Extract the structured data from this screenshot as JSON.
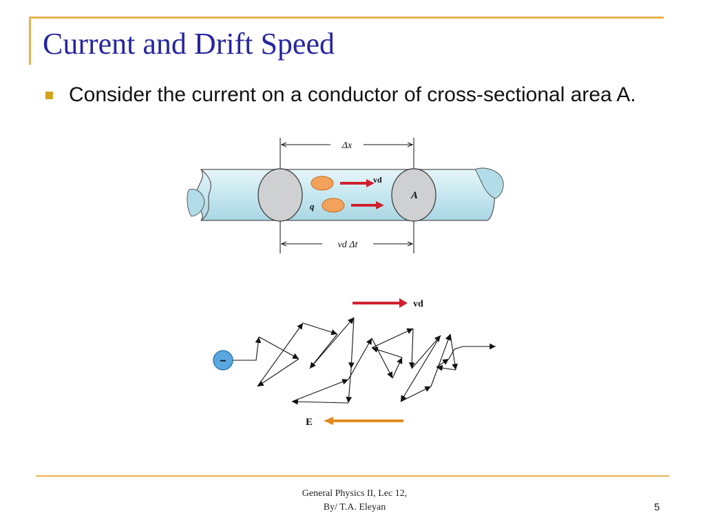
{
  "slide": {
    "title": "Current and Drift Speed",
    "bullet": "Consider the current on a conductor of cross-sectional area A.",
    "footer_line1": "General Physics II, Lec 12,",
    "footer_line2": "By/ T.A. Eleyan",
    "page_number": "5"
  },
  "figure1": {
    "top_dimension": "Δx",
    "bottom_dimension": "vd Δt",
    "velocity_label": "vd",
    "charge_label": "q",
    "area_label": "A"
  },
  "figure2": {
    "velocity_label": "vd",
    "field_label": "E",
    "electron_label": "−"
  },
  "colors": {
    "title": "#2626a0",
    "accent_rule": "#e8b04b",
    "bullet": "#d4a21e",
    "wire": "#c5e6ef",
    "velocity_arrow": "#d0202e",
    "field_arrow": "#e08a1e",
    "charge": "#f2a25a",
    "electron": "#5aa7e0"
  }
}
